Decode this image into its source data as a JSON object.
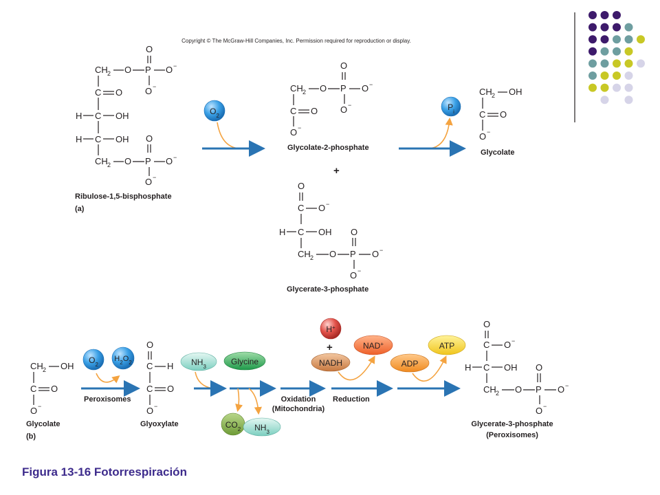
{
  "copyright": "Copyright © The McGraw-Hill Companies, Inc. Permission required for reproduction or display.",
  "caption": "Figura 13-16 Fotorrespiración",
  "panel_a": {
    "tag": "(a)",
    "substrate": "Ribulose-1,5-bisphosphate",
    "product1": "Glycolate-2-phosphate",
    "product2": "Glycerate-3-phosphate",
    "product3": "Glycolate",
    "plus": "+",
    "oxygen": "O2",
    "phosphate": "Pi"
  },
  "panel_b": {
    "tag": "(b)",
    "glycolate": "Glycolate",
    "glyoxylate": "Glyoxylate",
    "product": "Glycerate-3-phosphate",
    "product_location": "(Peroxisomes)",
    "step1": "Peroxisomes",
    "step3a": "Oxidation",
    "step3b": "(Mitochondria)",
    "step4": "Reduction",
    "plus": "+",
    "bubbles": {
      "o2": "O2",
      "h2o2": "H2O2",
      "nh3_in": "NH3",
      "glycine": "Glycine",
      "co2": "CO2",
      "nh3_out": "NH3",
      "h_plus": "H+",
      "nadh": "NADH",
      "nad_plus": "NAD+",
      "adp": "ADP",
      "atp": "ATP"
    }
  },
  "colors": {
    "arrow": "#2a74b3",
    "branch": "#f4a340",
    "dot_purple": "#3d1a6b",
    "dot_teal": "#6e9ea0",
    "dot_yellow": "#c8c825",
    "dot_lavender": "#d6d4e8"
  },
  "decor_dot_rows": [
    [
      "purple",
      "purple",
      "purple",
      "",
      "",
      ""
    ],
    [
      "purple",
      "purple",
      "purple",
      "teal",
      "",
      ""
    ],
    [
      "purple",
      "purple",
      "teal",
      "teal",
      "yellow",
      ""
    ],
    [
      "purple",
      "teal",
      "teal",
      "yellow",
      "",
      ""
    ],
    [
      "teal",
      "teal",
      "yellow",
      "yellow",
      "lavender",
      ""
    ],
    [
      "teal",
      "yellow",
      "yellow",
      "lavender",
      "",
      ""
    ],
    [
      "yellow",
      "yellow",
      "lavender",
      "lavender",
      "",
      ""
    ],
    [
      "",
      "lavender",
      "",
      "lavender",
      "",
      ""
    ]
  ]
}
